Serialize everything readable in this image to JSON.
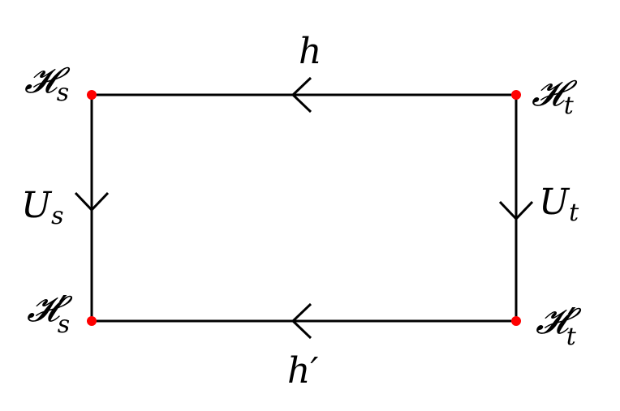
{
  "nodes": {
    "top_left": {
      "base": "𝓗",
      "prime": "",
      "sub": "s"
    },
    "top_right": {
      "base": "𝓗",
      "prime": "",
      "sub": "t"
    },
    "bottom_left": {
      "base": "𝓗",
      "prime": "′",
      "sub": "s"
    },
    "bottom_right": {
      "base": "𝓗",
      "prime": "′",
      "sub": "t"
    }
  },
  "edges": {
    "top": {
      "label": "h"
    },
    "bottom": {
      "label": "h′"
    },
    "left": {
      "base": "U",
      "sub": "s"
    },
    "right": {
      "base": "U",
      "sub": "t"
    }
  },
  "colors": {
    "line": "#000000",
    "node": "#ff0000"
  }
}
